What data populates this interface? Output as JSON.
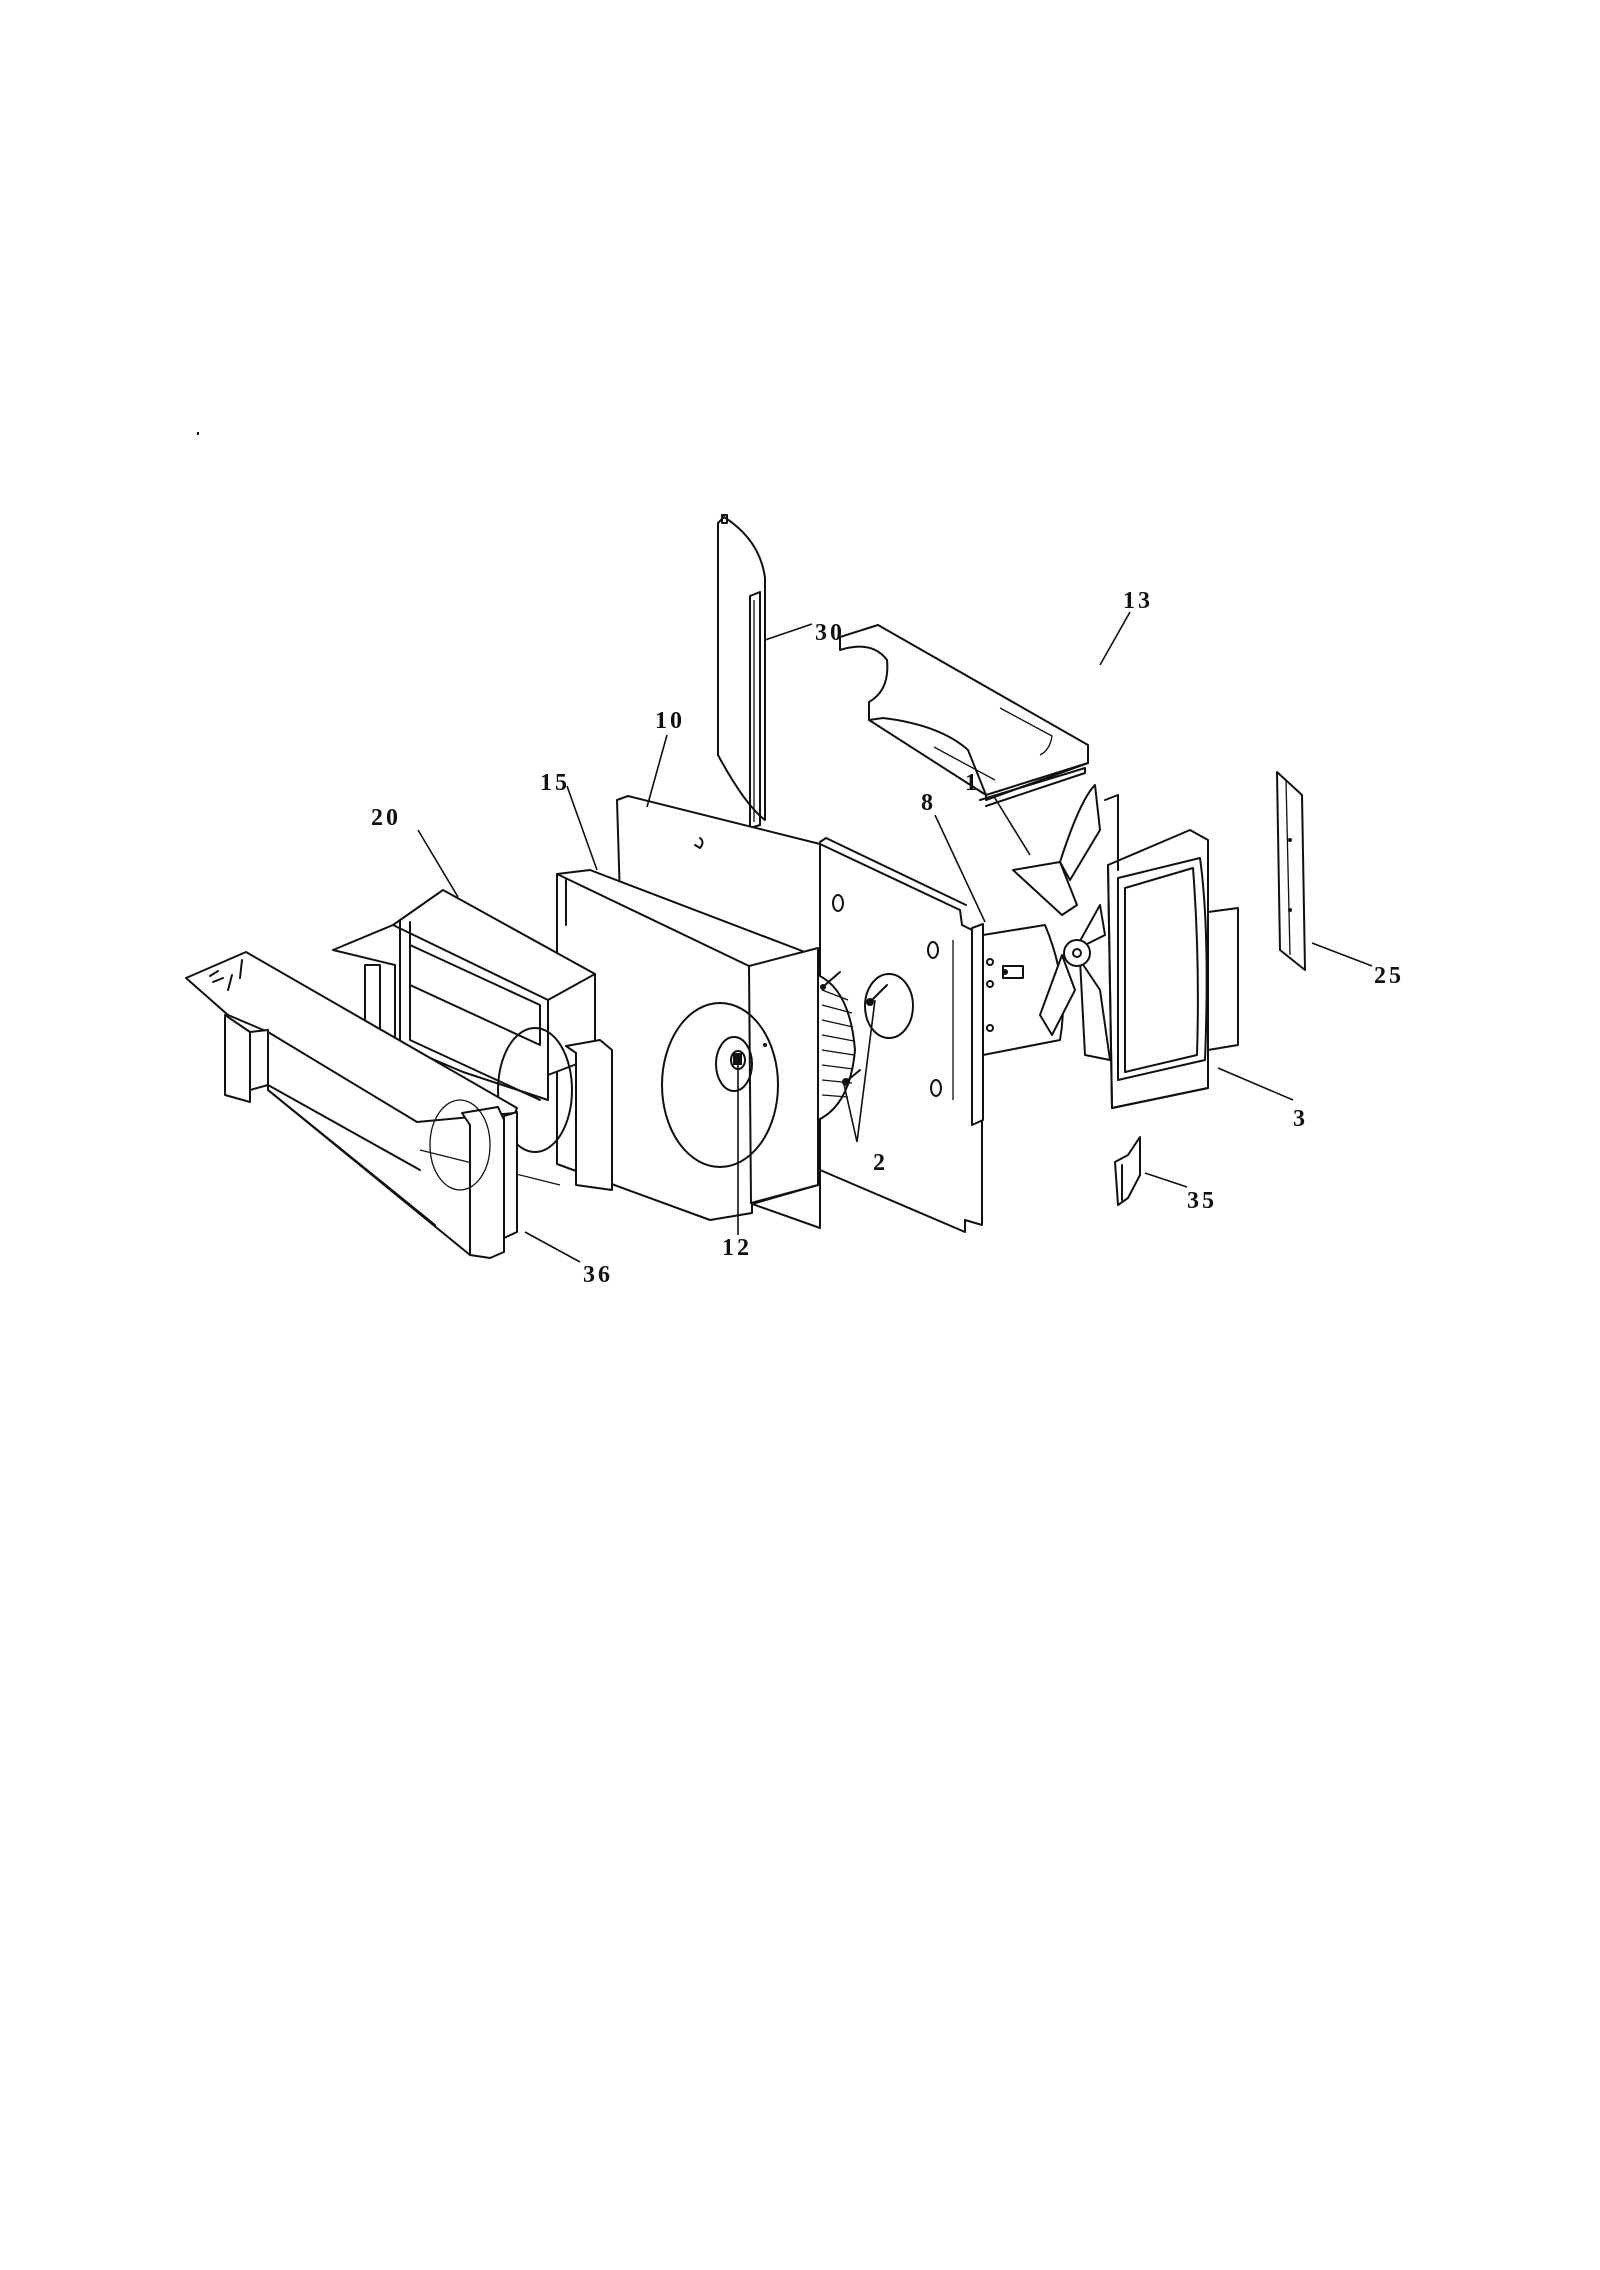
{
  "diagram": {
    "type": "exploded-parts-view",
    "subject": "air conditioner fan / blower assembly",
    "background": "#ffffff",
    "line_color": "#111111",
    "callouts": [
      {
        "id": "30",
        "label": "30",
        "part": "vertical curved duct panel (top)"
      },
      {
        "id": "13",
        "label": "13",
        "part": "top cover / air guide plate"
      },
      {
        "id": "10",
        "label": "10",
        "part": "bulkhead / partition panel"
      },
      {
        "id": "15",
        "label": "15",
        "part": "blower scroll housing"
      },
      {
        "id": "20",
        "label": "20",
        "part": "front air outlet frame"
      },
      {
        "id": "8",
        "label": "8",
        "part": "fan motor"
      },
      {
        "id": "1",
        "label": "1",
        "part": "axial fan blade"
      },
      {
        "id": "25",
        "label": "25",
        "part": "side panel"
      },
      {
        "id": "2",
        "label": "2",
        "part": "screws"
      },
      {
        "id": "3",
        "label": "3",
        "part": "fan shroud / orifice"
      },
      {
        "id": "12",
        "label": "12",
        "part": "blower wheel nut"
      },
      {
        "id": "35",
        "label": "35",
        "part": "small bracket"
      },
      {
        "id": "36",
        "label": "36",
        "part": "front grille frame"
      }
    ]
  }
}
